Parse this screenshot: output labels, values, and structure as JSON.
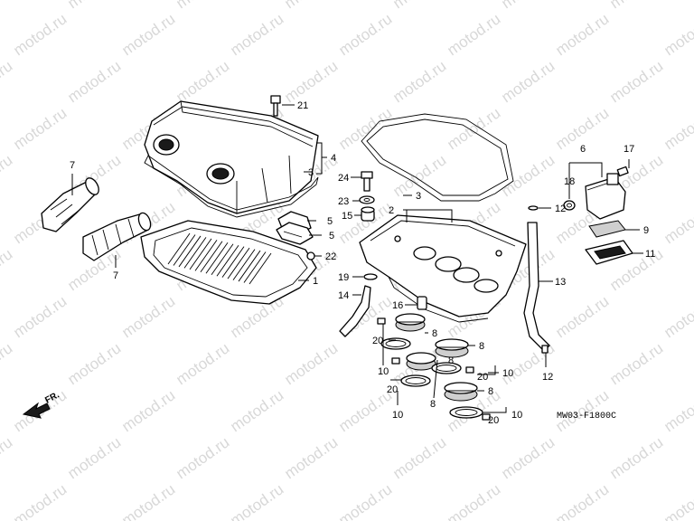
{
  "watermark": "motod.ru",
  "diagram_code": "MW03-F1800C",
  "front_marker": "FR.",
  "callouts": {
    "c1": "1",
    "c2": "2",
    "c3a": "3",
    "c3b": "3",
    "c4": "4",
    "c5a": "5",
    "c5b": "5",
    "c6": "6",
    "c7a": "7",
    "c7b": "7",
    "c8a": "8",
    "c8b": "8",
    "c8c": "8",
    "c8d": "8",
    "c8e": "8",
    "c9": "9",
    "c10a": "10",
    "c10b": "10",
    "c10c": "10",
    "c10d": "10",
    "c11": "11",
    "c12a": "12",
    "c12b": "12",
    "c13": "13",
    "c14": "14",
    "c15": "15",
    "c16": "16",
    "c17": "17",
    "c18": "18",
    "c19": "19",
    "c20a": "20",
    "c20b": "20",
    "c20c": "20",
    "c20d": "20",
    "c21": "21",
    "c22": "22",
    "c23": "23",
    "c24": "24"
  }
}
